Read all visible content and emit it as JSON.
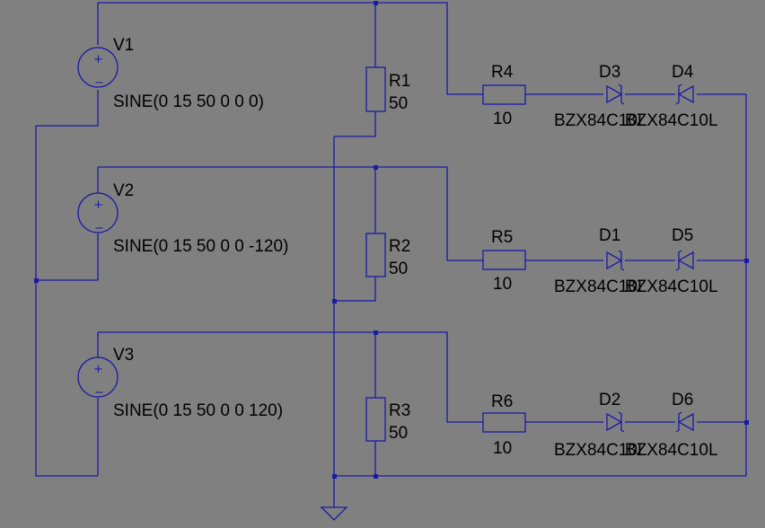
{
  "sources": [
    {
      "name": "V1",
      "value": "SINE(0 15 50 0 0 0)"
    },
    {
      "name": "V2",
      "value": "SINE(0 15 50 0 0 -120)"
    },
    {
      "name": "V3",
      "value": "SINE(0 15 50 0 0 120)"
    }
  ],
  "load_resistors": [
    {
      "name": "R1",
      "value": "50"
    },
    {
      "name": "R2",
      "value": "50"
    },
    {
      "name": "R3",
      "value": "50"
    }
  ],
  "series_resistors": [
    {
      "name": "R4",
      "value": "10"
    },
    {
      "name": "R5",
      "value": "10"
    },
    {
      "name": "R6",
      "value": "10"
    }
  ],
  "diodes_a": [
    {
      "name": "D3",
      "part": "BZX84C10L"
    },
    {
      "name": "D1",
      "part": "BZX84C10L"
    },
    {
      "name": "D2",
      "part": "BZX84C10L"
    }
  ],
  "diodes_b": [
    {
      "name": "D4",
      "part": "BZX84C10L"
    },
    {
      "name": "D5",
      "part": "BZX84C10L"
    },
    {
      "name": "D6",
      "part": "BZX84C10L"
    }
  ],
  "colors": {
    "background": "#808080",
    "wire": "#1a1aa8",
    "text": "#000000"
  }
}
